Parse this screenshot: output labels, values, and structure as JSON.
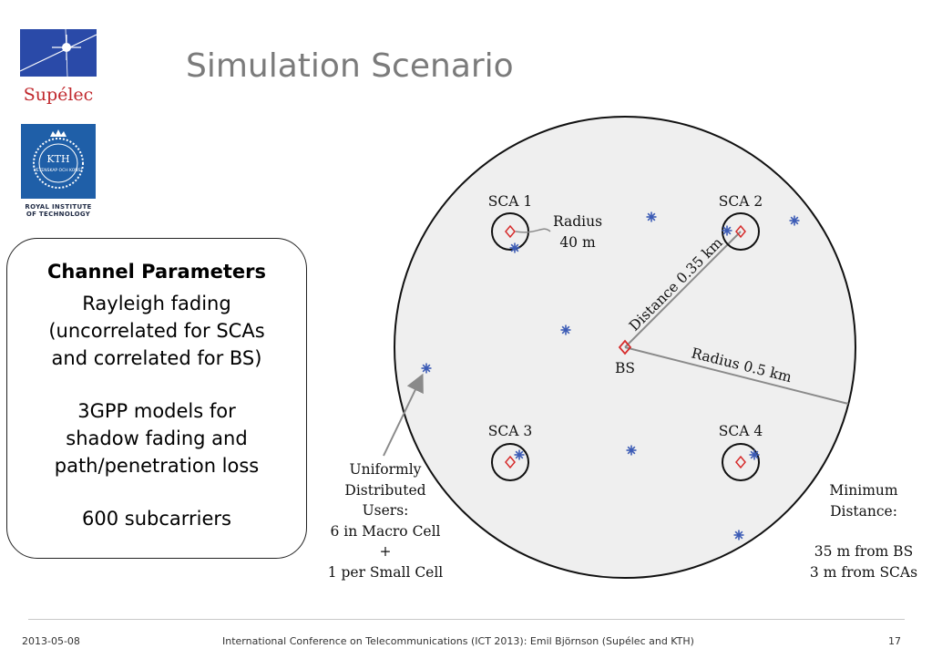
{
  "title": "Simulation Scenario",
  "logos": {
    "supelec_text": "Supélec",
    "kth_text": "KTH",
    "kth_motto": "VETENSKAP OCH KONST",
    "kth_caption_line1": "ROYAL INSTITUTE",
    "kth_caption_line2": "OF TECHNOLOGY"
  },
  "params": {
    "heading": "Channel Parameters",
    "lines": [
      "Rayleigh fading",
      "(uncorrelated for SCAs",
      "and correlated for BS)",
      "3GPP models for",
      "shadow fading and",
      "path/penetration loss",
      "600 subcarriers"
    ]
  },
  "diagram": {
    "bs_label": "BS",
    "radius_label": "Radius 0.5 km",
    "distance_label": "Distance 0.35 km",
    "sca_radius_label_1": "Radius",
    "sca_radius_label_2": "40 m",
    "sca_labels": [
      "SCA 1",
      "SCA 2",
      "SCA 3",
      "SCA 4"
    ],
    "users_note": [
      "Uniformly",
      "Distributed",
      "Users:",
      "6 in Macro Cell",
      "+",
      "1 per Small Cell"
    ],
    "min_distance_note": [
      "Minimum",
      "Distance:",
      "",
      "35 m from BS",
      "3 m from SCAs"
    ],
    "colors": {
      "cell_fill": "#efefef",
      "bs_marker": "#d62b2b",
      "user_marker": "#3b5bb5",
      "line": "#8a8a8a"
    }
  },
  "footer": {
    "date": "2013-05-08",
    "conference": "International Conference on Telecommunications (ICT 2013): Emil Björnson (Supélec and KTH)",
    "page": "17"
  }
}
